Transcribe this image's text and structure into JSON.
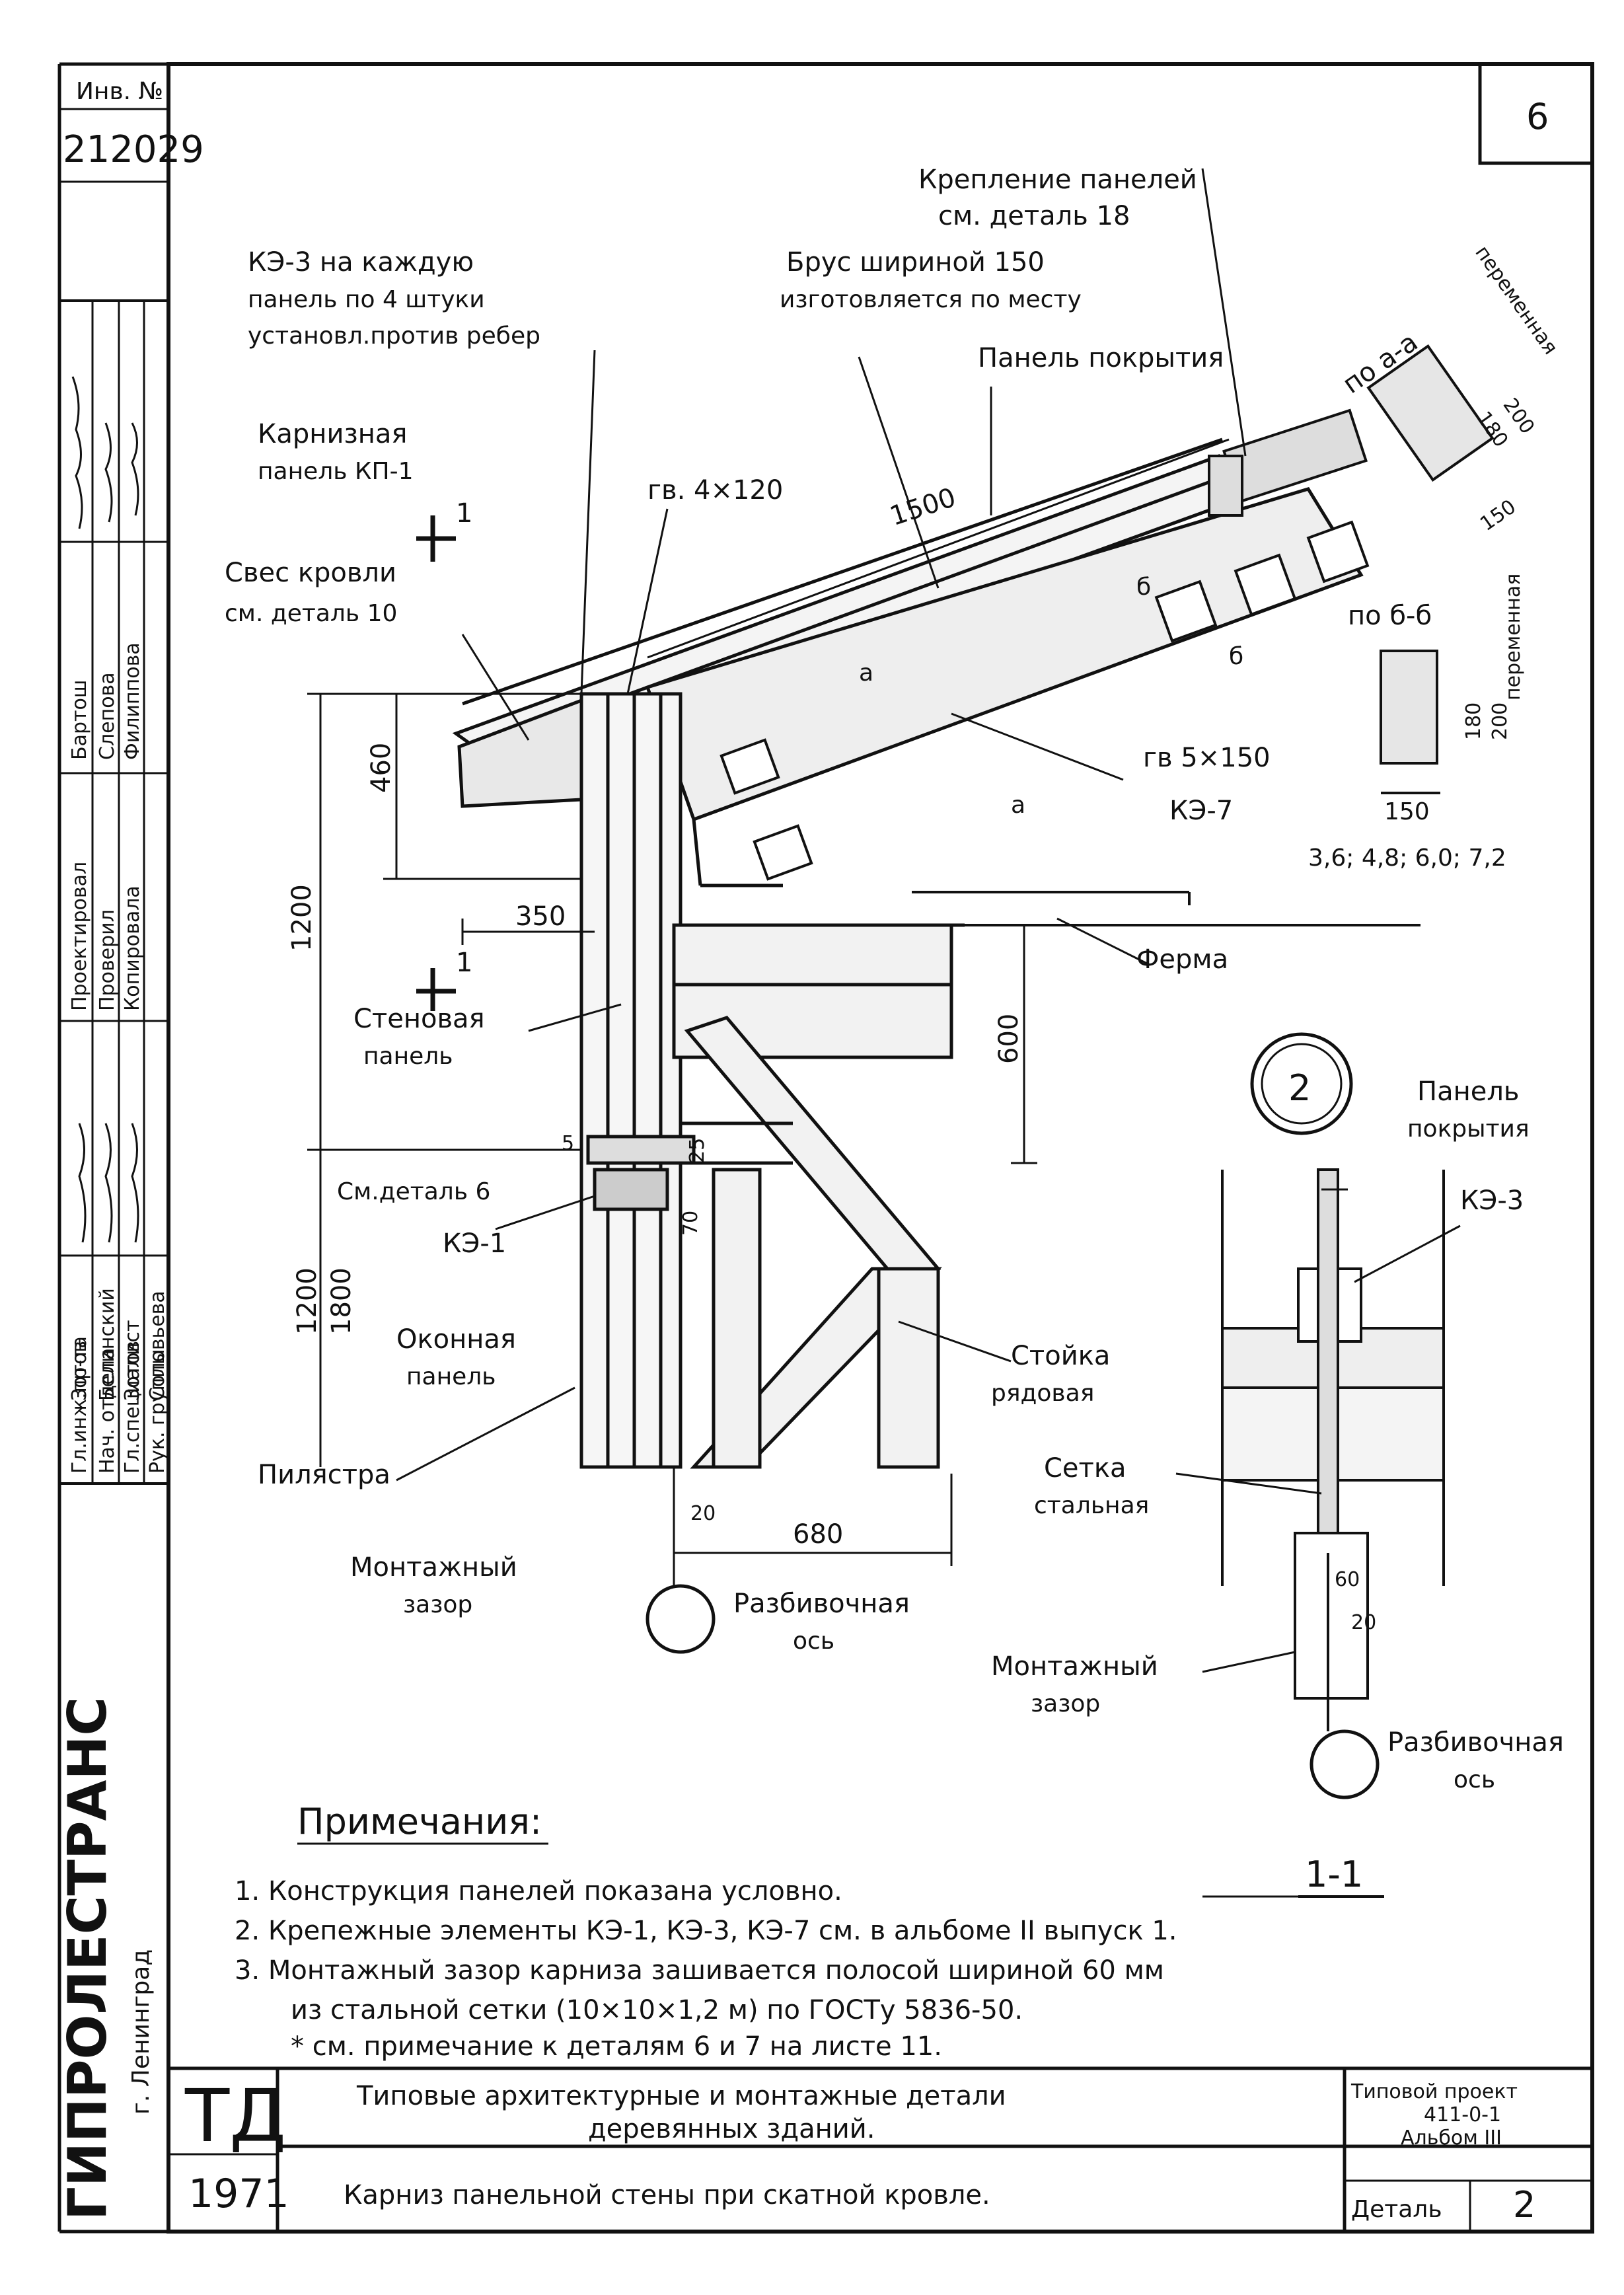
{
  "sheet_number": "6",
  "left_margin": {
    "inv_label": "Инв. №",
    "inv_number": "212029",
    "signatures_roles": [
      "Гл.инж.пр-та",
      "Нач. отдела",
      "Гл.специалист",
      "Рук. группы"
    ],
    "names_col1": [
      "Зотов",
      "Белинский",
      "Зотов",
      "Соловьева"
    ],
    "names_col2": [
      "Бартош",
      "Слепова",
      "Филиппова"
    ],
    "role_labels": [
      "Проектировал",
      "Проверил",
      "Копировала"
    ],
    "org_name": "ГИПРОЛЕСТРАНС",
    "org_city": "г. Ленинград"
  },
  "drawing": {
    "labels": {
      "kreplenie_1": "Крепление панелей",
      "kreplenie_2": "см. деталь 18",
      "ke3_1": "КЭ-3 на каждую",
      "ke3_2": "панель по 4 штуки",
      "ke3_3": "установл.против ребер",
      "brus_1": "Брус шириной 150",
      "brus_2": "изготовляется по месту",
      "panel_pokr": "Панель покрытия",
      "karniz_1": "Карнизная",
      "karniz_2": "панель КП-1",
      "gv4": "гв. 4×120",
      "dim1500": "1500",
      "svec_1": "Свес кровли",
      "svec_2": "см. деталь 10",
      "sec_1_top": "1",
      "dim460": "460",
      "gv5": "гв 5×150",
      "ke7": "КЭ-7",
      "dim1200_top": "1200",
      "dim350": "350",
      "sec_1_bot": "1",
      "heights": "3,6; 4,8; 6,0; 7,2",
      "ferma": "Ферма",
      "stenovaya_1": "Стеновая",
      "stenovaya_2": "панель",
      "dim600": "600",
      "dim5": "5",
      "dim25": "25",
      "dim70": "70",
      "sm_det6": "См.деталь 6",
      "ke1": "КЭ-1",
      "dim1200_bot": "1200",
      "dim1800": "1800",
      "okonnaya_1": "Оконная",
      "okonnaya_2": "панель",
      "stoyka_1": "Стойка",
      "stoyka_2": "рядовая",
      "pilyastra": "Пилястра",
      "dim20": "20",
      "dim680": "680",
      "montazh_1": "Монтажный",
      "montazh_2": "зазор",
      "razb_1": "Разбивочная",
      "razb_2": "ось",
      "po_aa": "по а-а",
      "peremennaya": "переменная",
      "dim180a": "180",
      "dim200a": "200",
      "dim150a": "150",
      "po_bb": "по б-б",
      "dim180b": "180",
      "dim200b": "200",
      "dim150b": "150",
      "mark_a": "а",
      "mark_b": "б"
    },
    "section": {
      "circle_num": "2",
      "panel_1": "Панель",
      "panel_2": "покрытия",
      "ke3": "КЭ-3",
      "setka_1": "Сетка",
      "setka_2": "стальная",
      "dim60": "60",
      "dim20": "20",
      "montazh_1": "Монтажный",
      "montazh_2": "зазор",
      "razb_1": "Разбивочная",
      "razb_2": "ось",
      "caption": "1-1"
    }
  },
  "notes": {
    "title": "Примечания:",
    "items": [
      "1. Конструкция панелей показана условно.",
      "2. Крепежные элементы КЭ-1, КЭ-3, КЭ-7 см. в альбоме II выпуск 1.",
      "3. Монтажный зазор карниза зашивается полосой шириной 60 мм",
      "из стальной сетки (10×10×1,2 м) по ГОСТу 5836-50.",
      "* см. примечание к деталям 6 и 7 на листе 11."
    ]
  },
  "title_block": {
    "td": "ТД",
    "year": "1971",
    "series_title_1": "Типовые архитектурные и монтажные детали",
    "series_title_2": "деревянных зданий.",
    "sheet_title": "Карниз панельной стены при скатной кровле.",
    "project_1": "Типовой проект",
    "project_2": "411-0-1",
    "project_3": "Альбом III",
    "detail_label": "Деталь",
    "detail_num": "2"
  }
}
